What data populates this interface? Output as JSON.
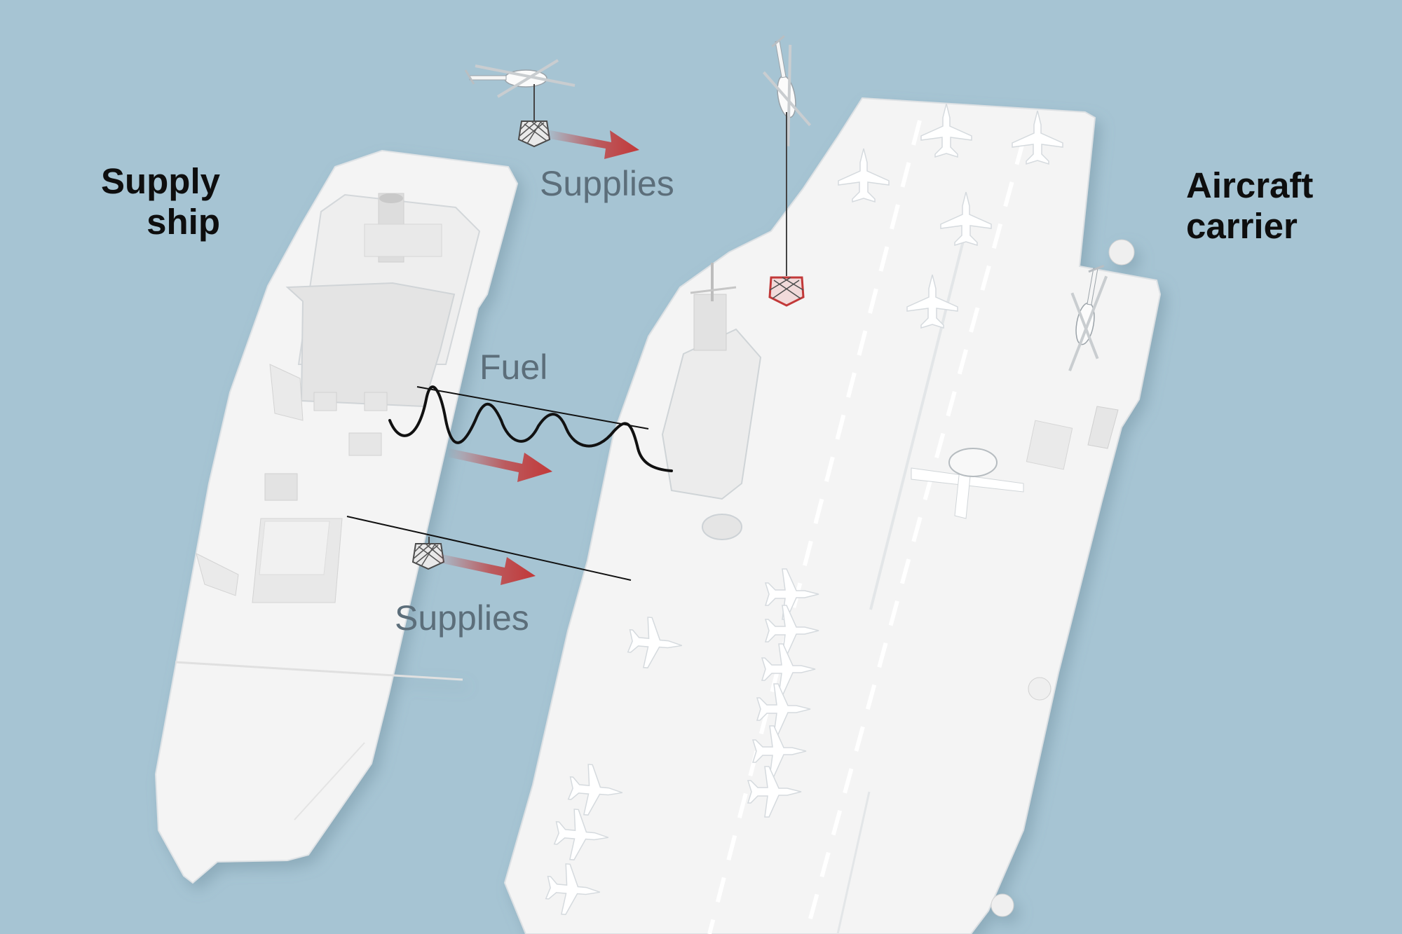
{
  "labels": {
    "supply_ship": "Supply\nship",
    "aircraft_carrier": "Aircraft\ncarrier",
    "supplies_top": "Supplies",
    "fuel": "Fuel",
    "supplies_bottom": "Supplies"
  },
  "colors": {
    "sea": "#a6c4d3",
    "ship_white": "#f3f3f3",
    "arrow_red": "#c23838",
    "line_black": "#111111",
    "label_dark": "#0e0e0e",
    "label_gray": "#5c6e7a"
  },
  "icons": [
    "helicopter-icon",
    "cargo-net-icon",
    "fighter-jet-icon",
    "radar-plane-icon",
    "arrow-icon"
  ]
}
